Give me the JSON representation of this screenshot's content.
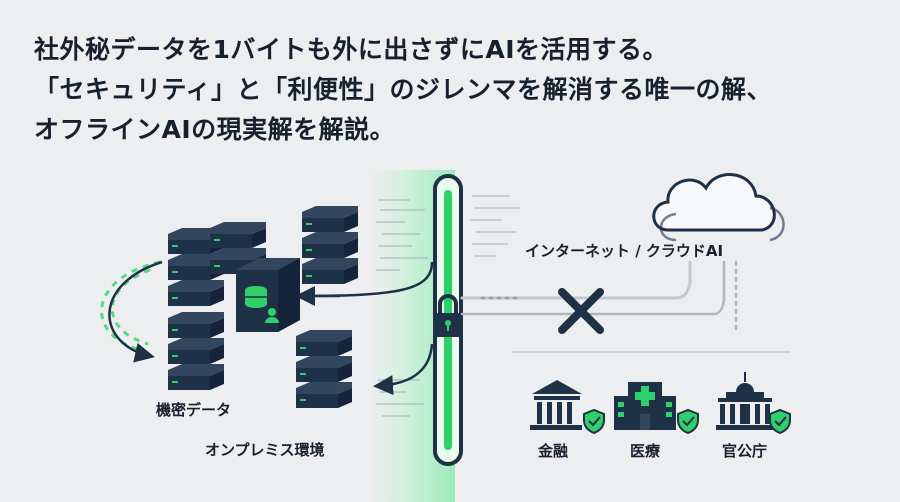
{
  "headline": {
    "line1": "社外秘データを1バイトも外に出さずにAIを活用する。",
    "line2": "「セキュリティ」と「利便性」のジレンマを解消する唯一の解、",
    "line3": "オフラインAIの現実解を解説。"
  },
  "labels": {
    "confidential_data": "機密データ",
    "on_premises": "オンプレミス環境",
    "cloud": "インターネット / クラウドAI"
  },
  "sectors": [
    {
      "label": "金融",
      "icon": "bank-icon"
    },
    {
      "label": "医療",
      "icon": "hospital-icon"
    },
    {
      "label": "官公庁",
      "icon": "government-icon"
    }
  ],
  "colors": {
    "navy": "#1f3147",
    "accent_green": "#2fd06a",
    "text": "#17212e"
  }
}
